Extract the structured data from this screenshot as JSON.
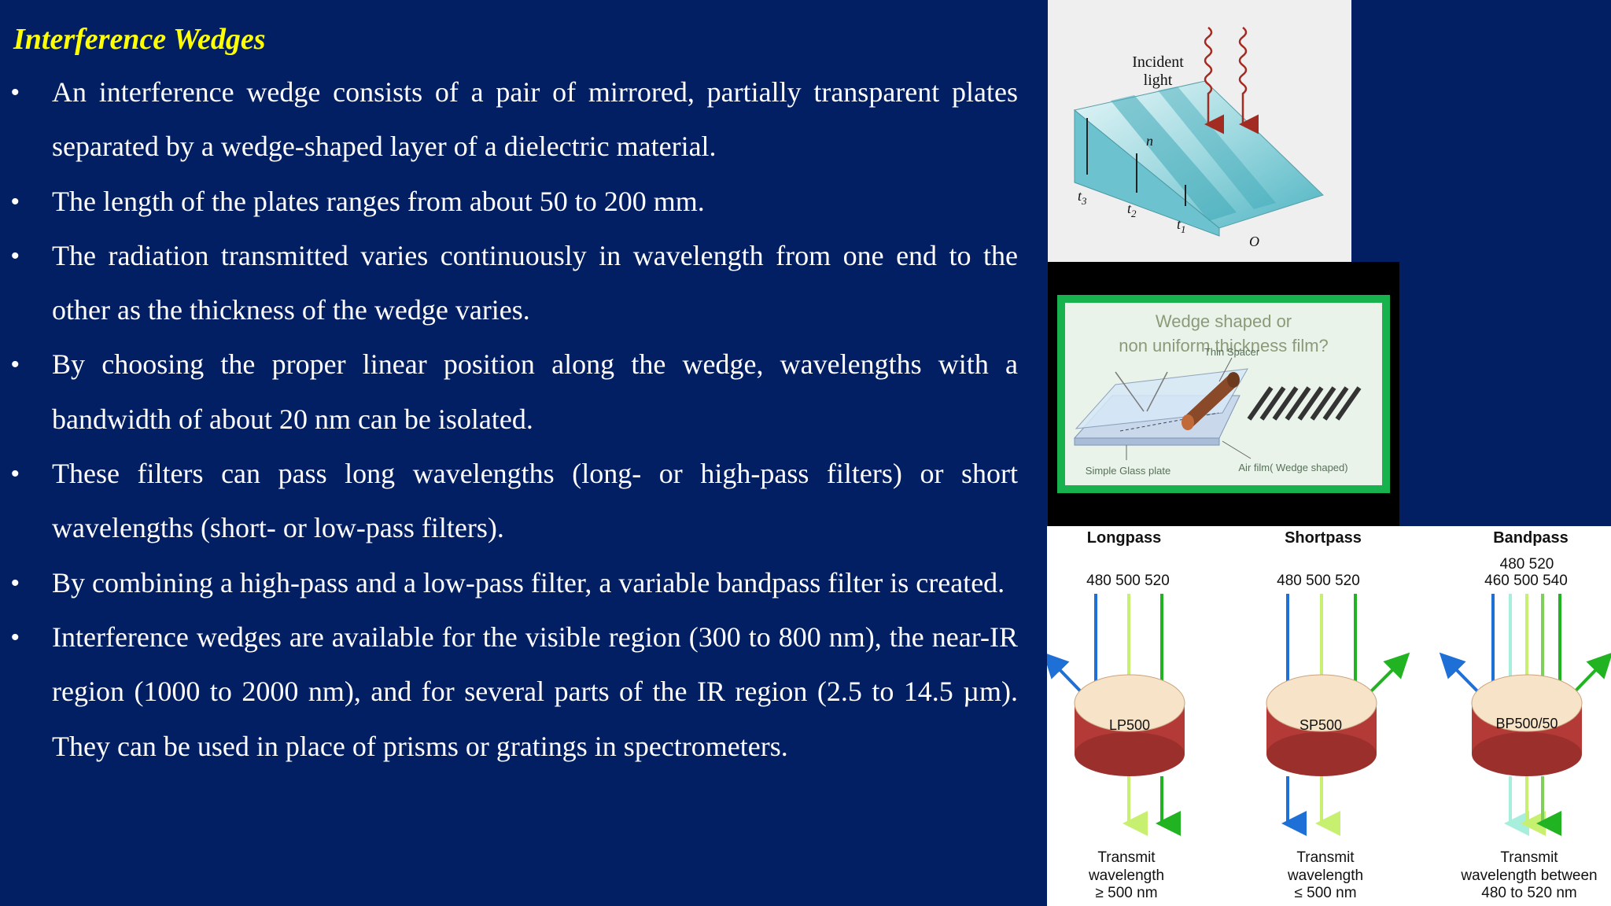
{
  "slide": {
    "title": "Interference Wedges",
    "bullet_symbol": "•",
    "bullets": [
      "An interference wedge consists of a pair of mirrored, partially transparent plates separated by a wedge-shaped layer of a dielectric material.",
      "The length of the plates ranges from about 50 to 200 mm.",
      "The radiation transmitted varies continuously in wavelength from one end to the other as the thickness of the wedge varies.",
      "By choosing the proper linear position along the wedge, wavelengths with a bandwidth of about 20 nm can be isolated.",
      "These filters can pass long wavelengths (long- or high-pass filters) or short wavelengths (short- or low-pass filters).",
      "By combining a high-pass and a low-pass filter, a variable bandpass filter is created.",
      "Interference wedges are available for the visible region (300 to 800 nm), the near-IR region (1000 to 2000 nm), and for several parts of the IR region (2.5 to 14.5 µm). They can be used in place of prisms or gratings in spectrometers."
    ]
  },
  "wedge_figure": {
    "incident_label_line1": "Incident",
    "incident_label_line2": "light",
    "n_label": "n",
    "t3_label": "t",
    "t3_sub": "3",
    "t2_label": "t",
    "t2_sub": "2",
    "t1_label": "t",
    "t1_sub": "1",
    "o_label": "O"
  },
  "film_figure": {
    "title_line1": "Wedge shaped or",
    "title_line2": "non uniform thickness film?",
    "spacer_label": "Thin Spacer",
    "glass_label": "Simple Glass plate",
    "air_label": "Air film( Wedge shaped)"
  },
  "filters_figure": {
    "longpass": {
      "title": "Longpass",
      "wavelengths": "480 500 520",
      "filter_label": "LP500",
      "transmit_line1": "Transmit",
      "transmit_line2": "wavelength",
      "transmit_line3": "≥ 500 nm"
    },
    "shortpass": {
      "title": "Shortpass",
      "wavelengths": "480 500 520",
      "filter_label": "SP500",
      "transmit_line1": "Transmit",
      "transmit_line2": "wavelength",
      "transmit_line3": "≤ 500 nm"
    },
    "bandpass": {
      "title": "Bandpass",
      "wavelengths_top": "480  520",
      "wavelengths_bottom": "460   500   540",
      "filter_label": "BP500/50",
      "transmit_line1": "Transmit",
      "transmit_line2": "wavelength between",
      "transmit_line3": "480 to 520 nm"
    },
    "colors": {
      "blue": "#1e6fd6",
      "light_green": "#c8f070",
      "green": "#22b322",
      "cyan": "#a8eedd",
      "disc_top": "#f7e3c8",
      "disc_side": "#b33a36"
    }
  }
}
